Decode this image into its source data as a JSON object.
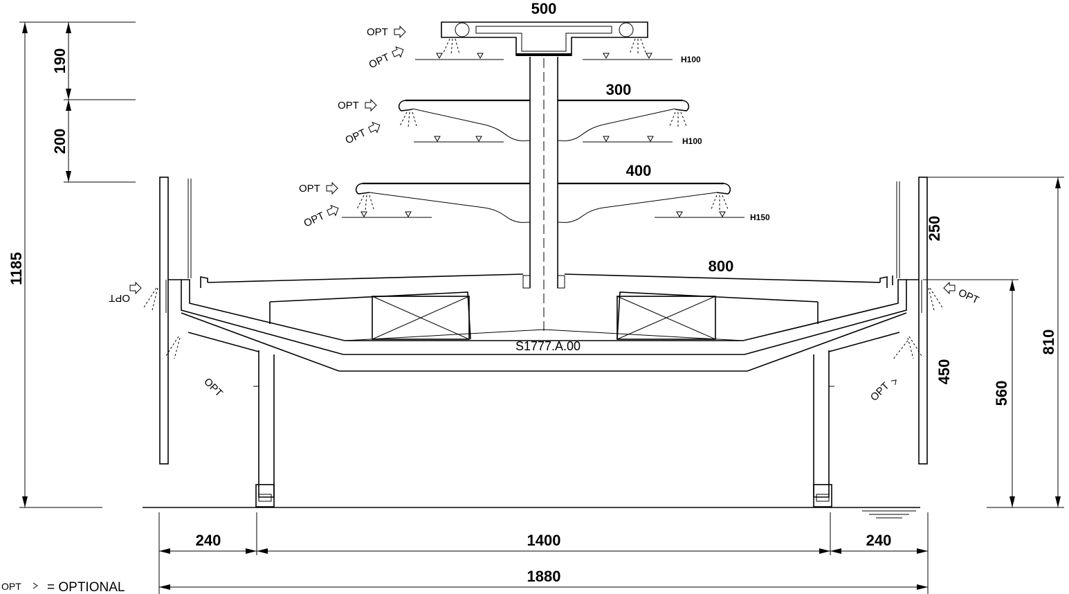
{
  "drawing": {
    "code": "S1777.A.00",
    "legend": {
      "symbol_text": "OPT",
      "meaning": "= OPTIONAL"
    },
    "shelf_widths": {
      "top": "500",
      "shelf2": "300",
      "shelf3": "400",
      "base": "800"
    },
    "clearances": {
      "top": "H100",
      "shelf2": "H100",
      "shelf3": "H150"
    },
    "left_dimensions": {
      "total_height": "1185",
      "upper_gap": "190",
      "lower_gap": "200"
    },
    "right_dimensions": {
      "top_panel": "250",
      "side_height": "450",
      "inner_height": "560",
      "overall_right": "810"
    },
    "bottom_dimensions": {
      "left": "240",
      "center": "1400",
      "right": "240",
      "total": "1880"
    },
    "optional_label": "OPT"
  }
}
